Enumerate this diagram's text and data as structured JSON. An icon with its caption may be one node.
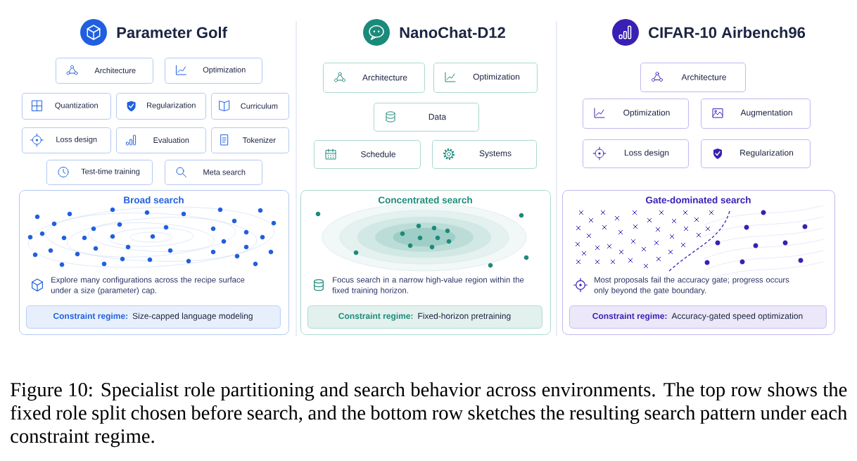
{
  "diagram": {
    "caption": "Figure 10: Specialist role partitioning and search behavior across environments. The top row shows the fixed role split chosen before search, and the bottom row sketches the resulting search pattern under each constraint regime.",
    "labels": [
      "Parameter Golf",
      "NanoChat-D12",
      "CIFAR-10 Airbench96"
    ],
    "nodes": [
      {
        "text": [
          "Architecture"
        ]
      },
      {
        "text": [
          "Optimization"
        ]
      },
      {
        "text": [
          "Quantization"
        ]
      },
      {
        "text": [
          "Regularization"
        ]
      },
      {
        "text": [
          "Curriculum"
        ]
      },
      {
        "text": [
          "Loss design"
        ]
      },
      {
        "text": [
          "Evaluation"
        ]
      },
      {
        "text": [
          "Tokenizer"
        ]
      },
      {
        "text": [
          "Test-time training"
        ]
      },
      {
        "text": [
          "Meta search"
        ]
      },
      {
        "text": [
          "Broad search",
          "Explore many configurations across the recipe surface under a size (parameter) cap."
        ]
      },
      {
        "text": [
          "Constraint regime:",
          "Size-capped language modeling"
        ],
        "in": 10
      },
      {
        "text": [
          "Architecture"
        ]
      },
      {
        "text": [
          "Optimization"
        ]
      },
      {
        "text": [
          "Data"
        ]
      },
      {
        "text": [
          "Schedule"
        ]
      },
      {
        "text": [
          "Systems"
        ]
      },
      {
        "text": [
          "Concentrated search",
          "Focus search in a narrow high-value region within the fixed training horizon."
        ]
      },
      {
        "text": [
          "Constraint regime:",
          "Fixed-horizon pretraining"
        ],
        "in": 17
      },
      {
        "text": [
          "Architecture"
        ]
      },
      {
        "text": [
          "Optimization"
        ]
      },
      {
        "text": [
          "Augmentation"
        ]
      },
      {
        "text": [
          "Loss design"
        ]
      },
      {
        "text": [
          "Regularization"
        ]
      },
      {
        "text": [
          "Gate-dominated search",
          "Most proposals fail the accuracy gate; progress occurs only beyond the gate boundary."
        ]
      },
      {
        "text": [
          "Constraint regime:",
          "Accuracy-gated speed optimization"
        ],
        "in": 24
      }
    ]
  }
}
